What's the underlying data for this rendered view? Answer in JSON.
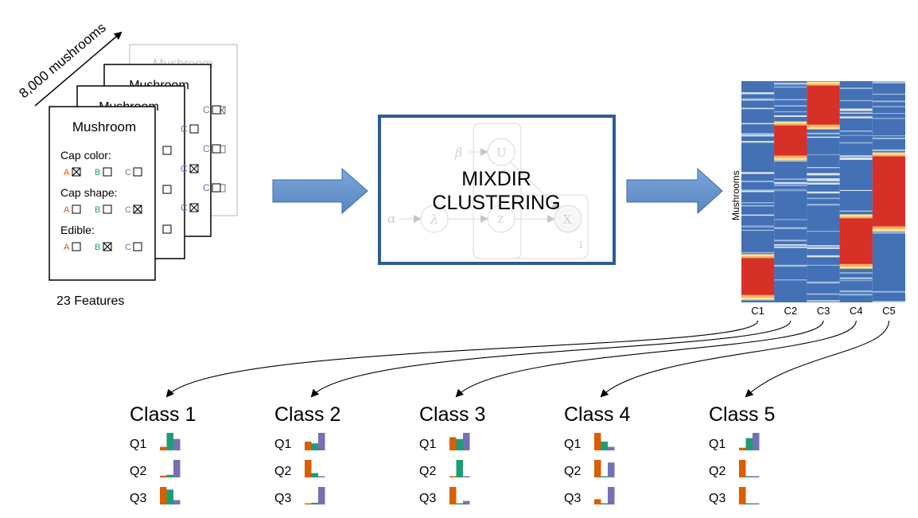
{
  "input": {
    "count_label": "8,000 mushrooms",
    "card_title": "Mushroom",
    "features_label": "23 Features",
    "questions": [
      {
        "label": "Cap color:",
        "options": [
          {
            "letter": "A",
            "checked": true
          },
          {
            "letter": "B",
            "checked": false
          },
          {
            "letter": "C",
            "checked": false
          }
        ]
      },
      {
        "label": "Cap shape:",
        "options": [
          {
            "letter": "A",
            "checked": false
          },
          {
            "letter": "B",
            "checked": false
          },
          {
            "letter": "C",
            "checked": true
          }
        ]
      },
      {
        "label": "Edible:",
        "options": [
          {
            "letter": "A",
            "checked": false
          },
          {
            "letter": "B",
            "checked": true
          },
          {
            "letter": "C",
            "checked": false
          }
        ]
      }
    ],
    "letter_colors": {
      "A": "#d95f02",
      "B": "#1b9e77",
      "C": "#7570b3"
    }
  },
  "model": {
    "title_line1": "MIXDIR",
    "title_line2": "CLUSTERING",
    "border_color": "#2e5b93",
    "nodes": {
      "beta": "β",
      "u": "U",
      "alpha": "α",
      "lambda": "λ",
      "z": "z",
      "x": "X",
      "plate": "I"
    }
  },
  "heatmap": {
    "ylabel": "Mushrooms",
    "columns": [
      "C1",
      "C2",
      "C3",
      "C4",
      "C5"
    ],
    "base_color": "#4470b5",
    "hot_color": "#d73027",
    "warm_color": "#fdae61",
    "pale_color": "#fee090",
    "blocks": [
      {
        "column": 0,
        "start": 0.8,
        "end": 0.97
      },
      {
        "column": 1,
        "start": 0.2,
        "end": 0.34
      },
      {
        "column": 2,
        "start": 0.02,
        "end": 0.2
      },
      {
        "column": 3,
        "start": 0.62,
        "end": 0.83
      },
      {
        "column": 4,
        "start": 0.34,
        "end": 0.66
      }
    ]
  },
  "classes": [
    {
      "name": "Class 1",
      "rows": [
        {
          "q": "Q1",
          "values": [
            0.2,
            1.0,
            0.65
          ]
        },
        {
          "q": "Q2",
          "values": [
            0.1,
            0.15,
            1.0
          ]
        },
        {
          "q": "Q3",
          "values": [
            1.0,
            0.85,
            0.25
          ]
        }
      ]
    },
    {
      "name": "Class 2",
      "rows": [
        {
          "q": "Q1",
          "values": [
            0.5,
            0.4,
            1.0
          ]
        },
        {
          "q": "Q2",
          "values": [
            1.0,
            0.25,
            0.05
          ]
        },
        {
          "q": "Q3",
          "values": [
            0.05,
            0.1,
            1.0
          ]
        }
      ]
    },
    {
      "name": "Class 3",
      "rows": [
        {
          "q": "Q1",
          "values": [
            0.75,
            0.65,
            1.0
          ]
        },
        {
          "q": "Q2",
          "values": [
            0.05,
            1.0,
            0.05
          ]
        },
        {
          "q": "Q3",
          "values": [
            1.0,
            0.05,
            0.2
          ]
        }
      ]
    },
    {
      "name": "Class 4",
      "rows": [
        {
          "q": "Q1",
          "values": [
            1.0,
            0.5,
            0.2
          ]
        },
        {
          "q": "Q2",
          "values": [
            1.0,
            0.05,
            0.85
          ]
        },
        {
          "q": "Q3",
          "values": [
            0.3,
            0.05,
            1.0
          ]
        }
      ]
    },
    {
      "name": "Class 5",
      "rows": [
        {
          "q": "Q1",
          "values": [
            0.15,
            0.7,
            1.0
          ]
        },
        {
          "q": "Q2",
          "values": [
            1.0,
            0.05,
            0.05
          ]
        },
        {
          "q": "Q3",
          "values": [
            1.0,
            0.05,
            0.05
          ]
        }
      ]
    }
  ],
  "colors": {
    "bar_a": "#d95f02",
    "bar_b": "#1b9e77",
    "bar_c": "#7570b3",
    "flow_arrow": "#6a96cc",
    "flow_arrow_edge": "#3d6aa8"
  }
}
